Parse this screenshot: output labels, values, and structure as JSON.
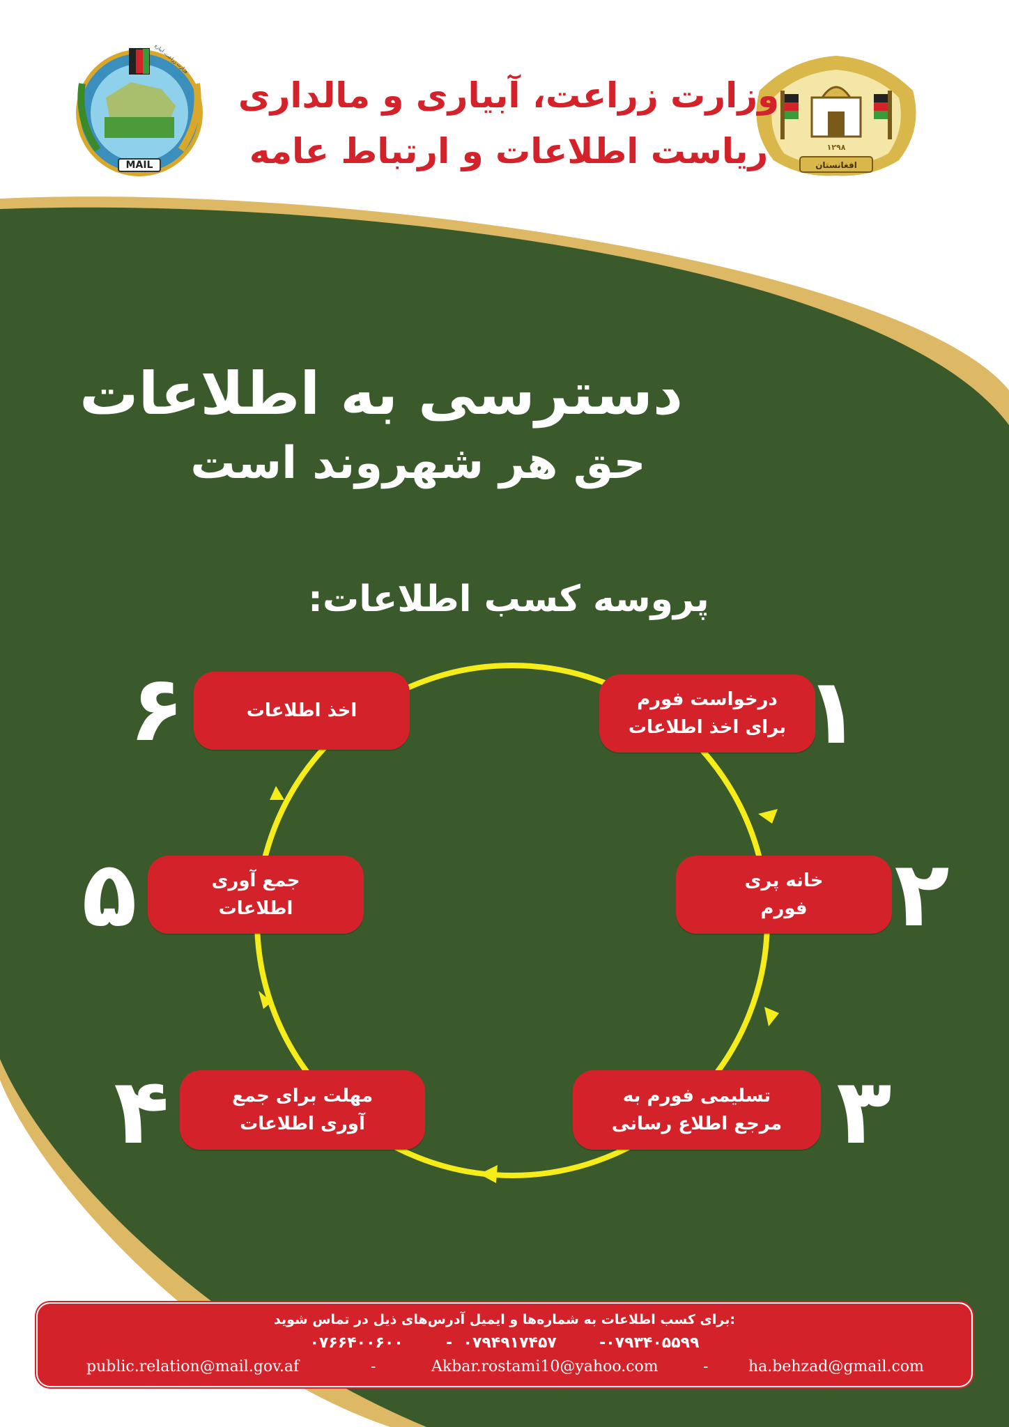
{
  "header": {
    "ministry_line1": "وزارت زراعت، آبیاری و مالداری",
    "ministry_line2": "ریاست اطلاعات و ارتباط عامه",
    "mail_logo_label": "MAIL",
    "mail_logo_arc": "وزارت زراعت، آبیاری و مالداری",
    "emblem_year": "۱۲۹۸",
    "emblem_banner": "افغانستان"
  },
  "main": {
    "heading_line1": "دسترسی به اطلاعات",
    "heading_line2": "حق هر شهروند است",
    "process_title": "پروسه کسب اطلاعات:"
  },
  "steps": [
    {
      "number": "۱",
      "label": "درخواست فورم\nبرای اخذ اطلاعات"
    },
    {
      "number": "۲",
      "label": "خانه پری\nفورم"
    },
    {
      "number": "۳",
      "label": "تسلیمی فورم به\nمرجع اطلاع رسانی"
    },
    {
      "number": "۴",
      "label": "مهلت برای جمع\nآوری اطلاعات"
    },
    {
      "number": "۵",
      "label": "جمع آوری\nاطلاعات"
    },
    {
      "number": "۶",
      "label": "اخذ اطلاعات"
    }
  ],
  "footer": {
    "contact_text": ":برای کسب اطلاعات به شماره‌ها و ایمیل آدرس‌های ذیل در تماس شوید",
    "phones": "۰۷۹۳۴۰۵۵۹۹-        ۰۷۹۴۹۱۷۴۵۷  -        ۰۷۶۶۴۰۰۶۰۰",
    "email_1": "public.relation@mail.gov.af",
    "email_2": "Akbar.rostami10@yahoo.com",
    "email_3": "ha.behzad@gmail.com",
    "separator": "-"
  },
  "colors": {
    "green": "#3a5a2c",
    "gold": "#ddb965",
    "red": "#d3222a",
    "yellow": "#f5ec1a"
  }
}
